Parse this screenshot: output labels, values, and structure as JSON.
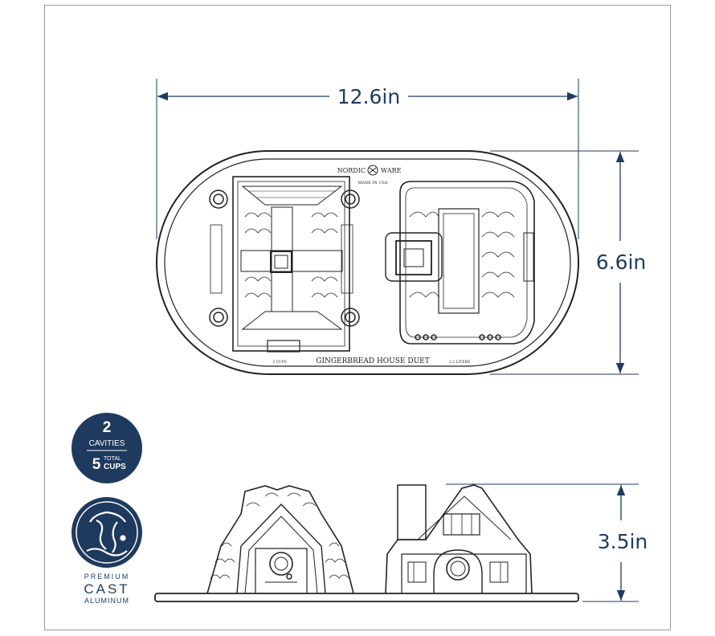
{
  "dimensions": {
    "width": "12.6in",
    "depth": "6.6in",
    "height": "3.5in"
  },
  "pan_markings": {
    "brand_left": "NORDIC",
    "brand_right": "WARE",
    "made_in": "MADE IN USA",
    "product_name": "GINGERBREAD HOUSE DUET",
    "left_capacity": "3 CUPS",
    "right_capacity": "1.2 LITERS"
  },
  "capacity_badge": {
    "cavities_count": "2",
    "cavities_label": "CAVITIES",
    "total_count": "5",
    "total_label": "TOTAL",
    "cups_label": "CUPS"
  },
  "material_badge": {
    "line1": "PREMIUM",
    "line2": "CAST",
    "line3": "ALUMINUM"
  },
  "colors": {
    "navy": "#1f3a5f",
    "line": "#222222",
    "frame": "#9a9a9a"
  }
}
